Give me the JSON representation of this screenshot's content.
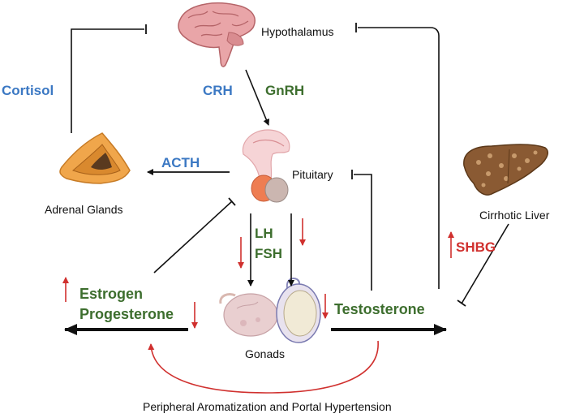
{
  "labels": {
    "hypothalamus": "Hypothalamus",
    "pituitary": "Pituitary",
    "adrenal": "Adrenal Glands",
    "liver": "Cirrhotic Liver",
    "gonads": "Gonads",
    "bottom": "Peripheral Aromatization and Portal Hypertension"
  },
  "hormones": {
    "cortisol": "Cortisol",
    "crh": "CRH",
    "gnrh": "GnRH",
    "acth": "ACTH",
    "lh": "LH",
    "fsh": "FSH",
    "shbg": "SHBG",
    "estrogen": "Estrogen",
    "progesterone": "Progesterone",
    "testosterone": "Testosterone"
  },
  "colors": {
    "blue": "#3b78c3",
    "green": "#3d6e2e",
    "red": "#d0302e",
    "black": "#111111"
  }
}
